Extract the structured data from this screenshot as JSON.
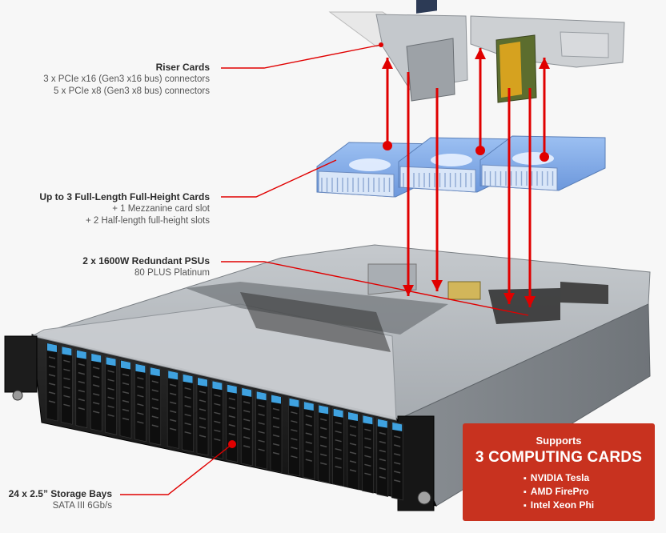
{
  "labels": {
    "riser": {
      "title": "Riser Cards",
      "lines": [
        "3 x PCIe x16 (Gen3 x16 bus) connectors",
        "5 x PCIe x8 (Gen3 x8 bus) connectors"
      ]
    },
    "cards": {
      "title": "Up to 3 Full-Length Full-Height Cards",
      "lines": [
        "+ 1 Mezzanine card slot",
        "+ 2 Half-length full-height slots"
      ]
    },
    "psu": {
      "title": "2 x 1600W Redundant PSUs",
      "lines": [
        "80 PLUS Platinum"
      ]
    },
    "storage": {
      "title": "24 x 2.5” Storage Bays",
      "lines": [
        "SATA III 6Gb/s"
      ]
    }
  },
  "callout": {
    "heading": "Supports",
    "headline": "3 COMPUTING CARDS",
    "items": [
      "NVIDIA Tesla",
      "AMD FirePro",
      "Intel Xeon Phi"
    ]
  },
  "colors": {
    "accent": "#e00000",
    "callout_bg": "#c8321f",
    "card_blue": "#7fa9e8",
    "chassis": "#9ea3a8",
    "drive_blue": "#3fa2e0"
  }
}
